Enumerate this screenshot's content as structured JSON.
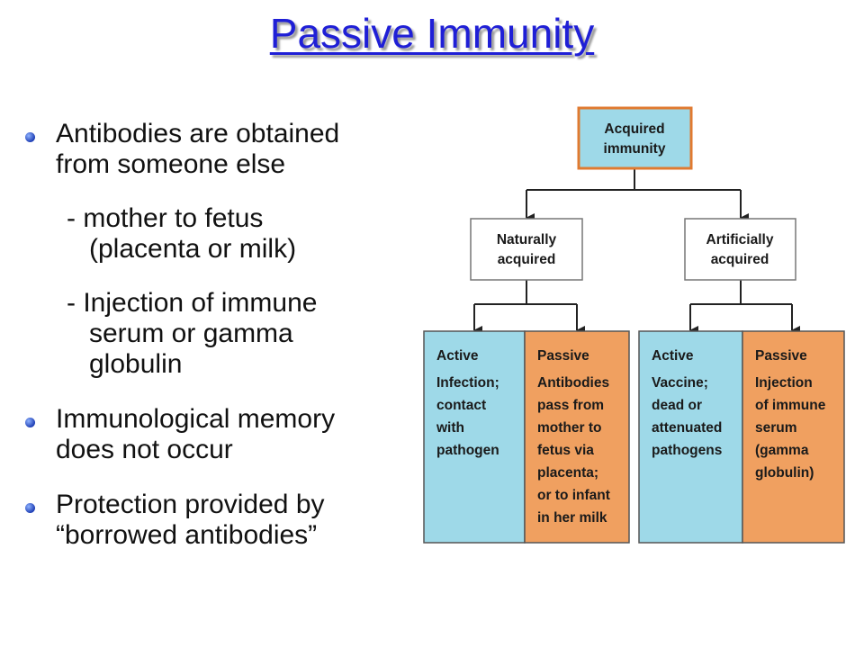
{
  "title": "Passive Immunity",
  "bullets": {
    "b1": {
      "line1": "Antibodies are obtained",
      "line2": "from someone else"
    },
    "sub1": {
      "line1": "- mother to fetus",
      "line2": "(placenta or milk)"
    },
    "sub2": {
      "line1": "- Injection of immune",
      "line2": "serum or gamma",
      "line3": "globulin"
    },
    "b2": {
      "line1": "Immunological memory",
      "line2": "does not occur"
    },
    "b3": {
      "line1": "Protection provided by",
      "line2": "“borrowed antibodies”"
    }
  },
  "diagram": {
    "root": {
      "line1": "Acquired",
      "line2": "immunity"
    },
    "natural": {
      "line1": "Naturally",
      "line2": "acquired"
    },
    "artificial": {
      "line1": "Artificially",
      "line2": "acquired"
    },
    "nat_active": {
      "heading": "Active",
      "lines": [
        "Infection;",
        "contact",
        "with",
        "pathogen"
      ]
    },
    "nat_passive": {
      "heading": "Passive",
      "lines": [
        "Antibodies",
        "pass from",
        "mother to",
        "fetus via",
        "placenta;",
        "or to infant",
        "in her milk"
      ]
    },
    "art_active": {
      "heading": "Active",
      "lines": [
        "Vaccine;",
        "dead or",
        "attenuated",
        "pathogens"
      ]
    },
    "art_passive": {
      "heading": "Passive",
      "lines": [
        "Injection",
        "of immune",
        "serum",
        "(gamma",
        "globulin)"
      ]
    },
    "colors": {
      "active": "#9ed9e8",
      "passive": "#f0a060",
      "root_fill": "#9ed9e8",
      "root_border": "#e07a30"
    }
  }
}
